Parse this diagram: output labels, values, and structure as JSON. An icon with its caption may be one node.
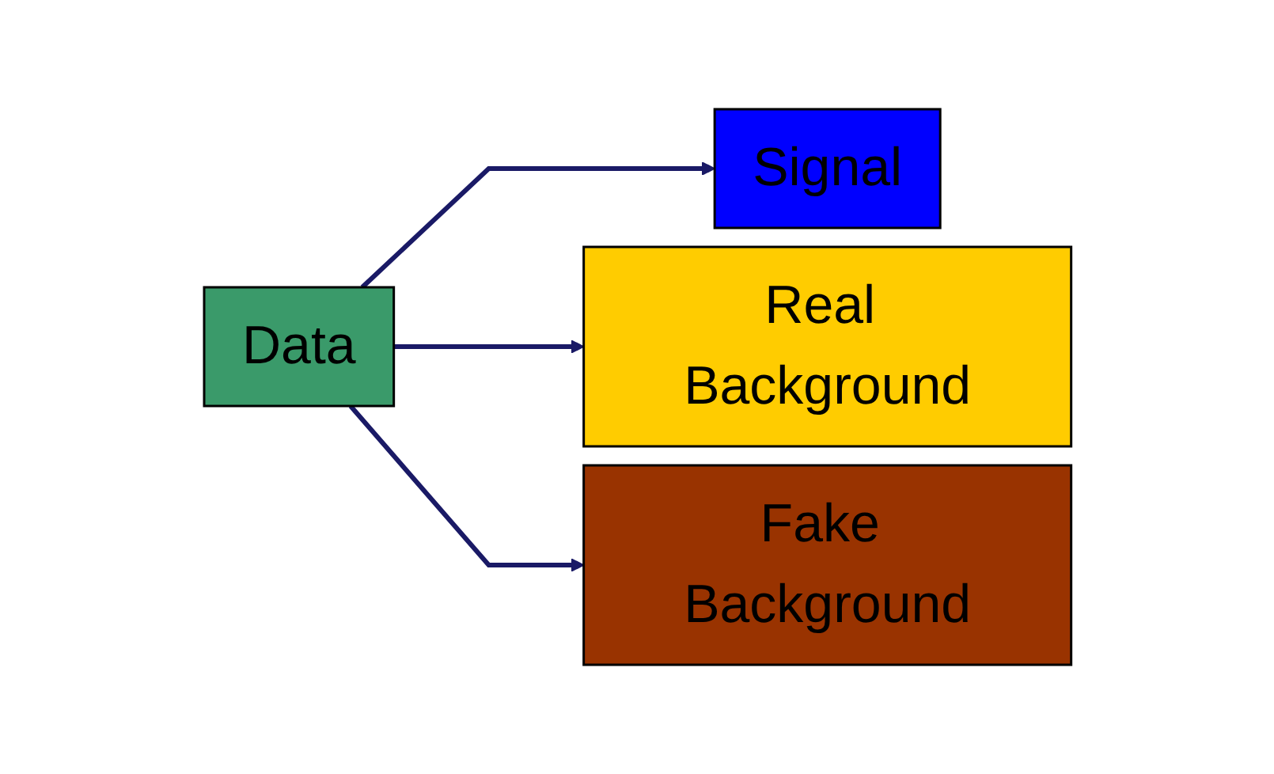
{
  "diagram": {
    "nodes": [
      {
        "text": [
          "Data"
        ]
      },
      {
        "text": [
          "Signal"
        ]
      },
      {
        "text": [
          "Real Background"
        ]
      },
      {
        "text": [
          "Fake Background"
        ]
      }
    ],
    "edges": [
      {
        "from": 0,
        "to": 1,
        "arrow": "to"
      },
      {
        "from": 0,
        "to": 2,
        "arrow": "to"
      },
      {
        "from": 0,
        "to": 3,
        "arrow": "to"
      }
    ]
  }
}
